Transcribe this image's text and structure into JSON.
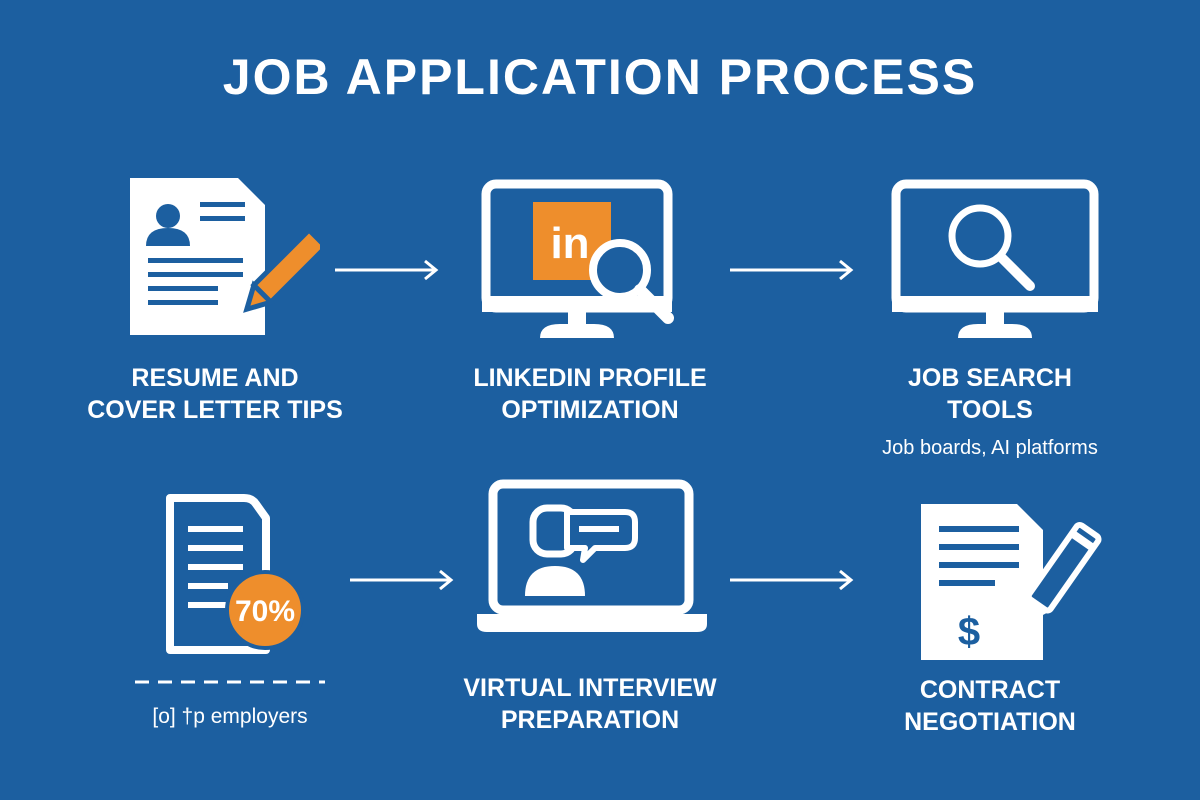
{
  "title": "JOB APPLICATION PROCESS",
  "colors": {
    "background": "#1c5fa0",
    "icon": "#ffffff",
    "accent": "#ee8e2c"
  },
  "steps": [
    {
      "icon": "resume-pencil-icon",
      "line1": "RESUME AND",
      "line2": "COVER LETTER TIPS"
    },
    {
      "icon": "linkedin-monitor-icon",
      "badge": "in",
      "line1": "LINKEDIN PROFILE",
      "line2": "OPTIMIZATION"
    },
    {
      "icon": "monitor-search-icon",
      "line1": "JOB SEARCH",
      "line2": "TOOLS",
      "subtitle": "Job boards, AI platforms"
    },
    {
      "icon": "document-percent-icon",
      "badge": "70%",
      "subtitle": "[o] †p employers"
    },
    {
      "icon": "laptop-video-call-icon",
      "line1": "VIRTUAL INTERVIEW",
      "line2": "PREPARATION"
    },
    {
      "icon": "contract-pen-icon",
      "symbol": "$",
      "line1": "CONTRACT",
      "line2": "NEGOTIATION"
    }
  ]
}
